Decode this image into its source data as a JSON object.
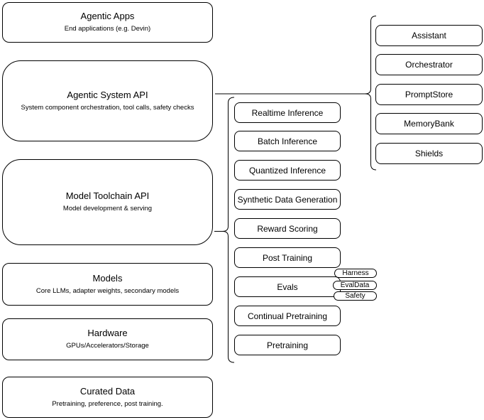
{
  "diagram": {
    "left_stack": [
      {
        "title": "Agentic Apps",
        "subtitle": "End applications (e.g. Devin)"
      },
      {
        "title": "Agentic System API",
        "subtitle": "System component orchestration, tool calls, safety checks"
      },
      {
        "title": "Model Toolchain API",
        "subtitle": "Model development & serving"
      },
      {
        "title": "Models",
        "subtitle": "Core LLMs, adapter weights, secondary models"
      },
      {
        "title": "Hardware",
        "subtitle": "GPUs/Accelerators/Storage"
      },
      {
        "title": "Curated Data",
        "subtitle": "Pretraining, preference, post training."
      }
    ],
    "toolchain_items": [
      {
        "label": "Realtime Inference"
      },
      {
        "label": "Batch Inference"
      },
      {
        "label": "Quantized Inference"
      },
      {
        "label": "Synthetic Data Generation"
      },
      {
        "label": "Reward Scoring"
      },
      {
        "label": "Post Training"
      },
      {
        "label": "Evals"
      },
      {
        "label": "Continual Pretraining"
      },
      {
        "label": "Pretraining"
      }
    ],
    "evals_tags": [
      {
        "label": "Harness"
      },
      {
        "label": "EvalData"
      },
      {
        "label": "Safety"
      }
    ],
    "system_items": [
      {
        "label": "Assistant"
      },
      {
        "label": "Orchestrator"
      },
      {
        "label": "PromptStore"
      },
      {
        "label": "MemoryBank"
      },
      {
        "label": "Shields"
      }
    ],
    "colors": {
      "stroke": "#000000",
      "background": "#ffffff",
      "text": "#000000"
    }
  }
}
